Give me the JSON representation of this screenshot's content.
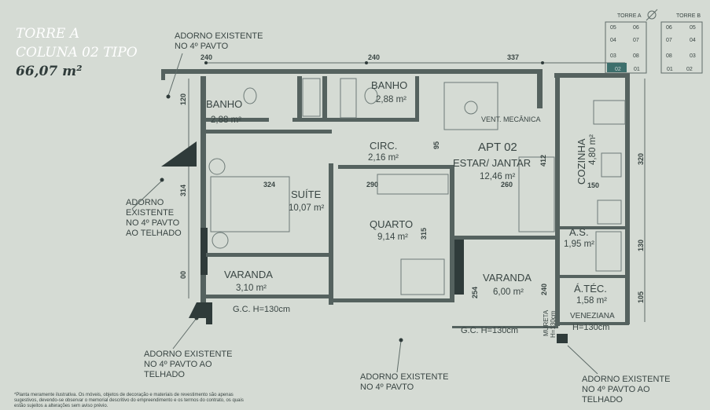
{
  "header": {
    "line1": "TORRE A",
    "line2": "COLUNA 02 TIPO",
    "area": "66,07 m²"
  },
  "rooms": {
    "banho1": {
      "name": "BANHO",
      "area": "2,88 m²"
    },
    "banho2": {
      "name": "BANHO",
      "area": "2,88 m²"
    },
    "circ": {
      "name": "CIRC.",
      "area": "2,16 m²"
    },
    "apt": {
      "name": "APT 02"
    },
    "estar": {
      "name": "ESTAR/ JANTAR",
      "area": "12,46 m²"
    },
    "cozinha": {
      "name": "COZINHA",
      "area": "4,80 m²"
    },
    "suite": {
      "name": "SUÍTE",
      "area": "10,07 m²"
    },
    "quarto": {
      "name": "QUARTO",
      "area": "9,14 m²"
    },
    "as": {
      "name": "A.S.",
      "area": "1,95 m²"
    },
    "varanda1": {
      "name": "VARANDA",
      "area": "3,10 m²"
    },
    "varanda2": {
      "name": "VARANDA",
      "area": "6,00 m²"
    },
    "atec": {
      "name": "Á.TÉC.",
      "area": "1,58 m²",
      "note": "VENEZIANA"
    }
  },
  "dims": [
    "240",
    "240",
    "337",
    "120",
    "95",
    "314",
    "00",
    "324",
    "290",
    "260",
    "412",
    "150",
    "320",
    "130",
    "105",
    "315",
    "254",
    "240"
  ],
  "notes": {
    "vent": "VENT. MECÂNICA",
    "gc1": "G.C. H=130cm",
    "gc2": "G.C. H=130cm",
    "mureta1": "MURETA",
    "mureta2": "H=130cm",
    "atec_h": "H=130cm"
  },
  "callouts": {
    "top": [
      "ADORNO EXISTENTE",
      "NO 4º PAVTO"
    ],
    "left": [
      "ADORNO",
      "EXISTENTE",
      "NO 4º PAVTO",
      "AO TELHADO"
    ],
    "bottom_left": [
      "ADORNO EXISTENTE",
      "NO 4º PAVTO AO",
      "TELHADO"
    ],
    "bottom_mid": [
      "ADORNO EXISTENTE",
      "NO 4º PAVTO"
    ],
    "bottom_right": [
      "ADORNO EXISTENTE",
      "NO 4º PAVTO AO",
      "TELHADO"
    ]
  },
  "keyplan": {
    "torre_a": "TORRE A",
    "torre_b": "TORRE B",
    "a_units": [
      "05",
      "06",
      "04",
      "07",
      "03",
      "08",
      "02",
      "01"
    ],
    "b_units": [
      "06",
      "05",
      "07",
      "04",
      "08",
      "03",
      "01",
      "02"
    ],
    "highlight_color": "#3d6f6c"
  },
  "disclaimer": "*Planta meramente ilustrativa. Os móveis, objetos de decoração e materiais de revestimento são apenas sugestivos, devendo-se observar o memorial descritivo do empreendimento e os termos do contrato, os quais estão sujeitos a alterações sem aviso prévio."
}
